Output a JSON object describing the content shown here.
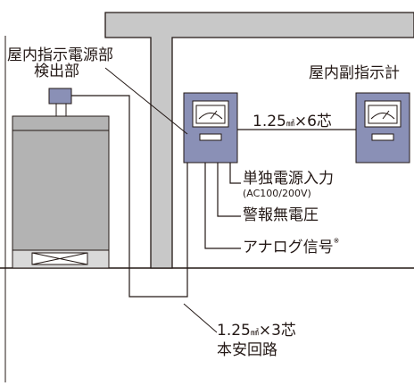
{
  "labels": {
    "indoor_indicator_power_unit": "屋内指示電源部",
    "indoor_sub_indicator": "屋内副指示計",
    "detector": "検出部",
    "cable_main": {
      "prefix": "1.25",
      "unit": "㎟",
      "suffix": "×6芯"
    },
    "independent_power_input": "単独電源入力",
    "power_spec": "(AC100/200V)",
    "alarm_no_voltage": "警報無電圧",
    "analog_signal": "アナログ信号",
    "analog_note_mark": "※",
    "cable_detector": {
      "prefix": "1.25",
      "unit": "㎟",
      "suffix": "×3芯"
    },
    "intrinsic_safety_circuit": "本安回路"
  },
  "colors": {
    "wall_gray": "#c8c8c8",
    "indicator_body": "#8a90b6",
    "indicator_frame": "#ffffff",
    "tank_body": "#b3b3b3",
    "tank_base": "#d9d9d9",
    "sensor": "#8a90b6",
    "line": "#231815"
  }
}
